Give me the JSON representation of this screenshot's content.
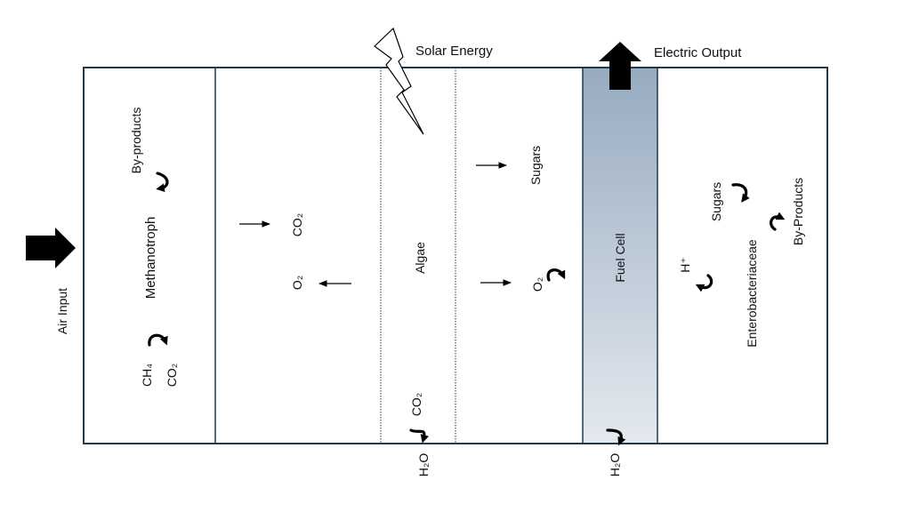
{
  "labels": {
    "air_input": "Air Input",
    "solar_energy": "Solar Energy",
    "electric_output": "Electric Output",
    "methanotroph": "Methanotroph",
    "byproducts_left": "By-products",
    "ch4": "CH₄",
    "co2_left": "CO₂",
    "co2_mid": "CO₂",
    "o2_mid": "O₂",
    "algae": "Algae",
    "co2_algae": "CO₂",
    "h2o_algae": "H₂O",
    "sugars_mid": "Sugars",
    "o2_right": "O₂",
    "fuel_cell": "Fuel Cell",
    "h2o_fuel": "H₂O",
    "h_plus": "H⁺",
    "sugars_right": "Sugars",
    "enterobacteriaceae": "Enterobacteriaceae",
    "byproducts_right": "By-Products"
  },
  "colors": {
    "border": "#1f3a4d",
    "fuel_cell_top": "#97abc0",
    "fuel_cell_bottom": "#e4e9ef"
  }
}
